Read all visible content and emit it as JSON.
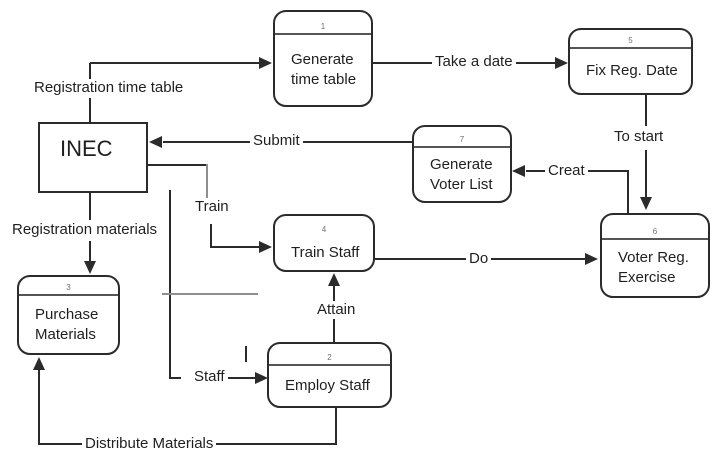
{
  "diagram": {
    "boxes": {
      "generate_time_table": {
        "number": "1",
        "label": "Generate time table"
      },
      "employ_staff": {
        "number": "2",
        "label": "Employ Staff"
      },
      "purchase_materials": {
        "number": "3",
        "label": "Purchase Materials"
      },
      "train_staff": {
        "number": "4",
        "label": "Train Staff"
      },
      "fix_reg_date": {
        "number": "5",
        "label": "Fix Reg. Date"
      },
      "voter_reg_exercise": {
        "number": "6",
        "label": "Voter Reg. Exercise"
      },
      "generate_voter_list": {
        "number": "7",
        "label": "Generate Voter List"
      },
      "inec": {
        "label": "INEC"
      }
    },
    "edge_labels": {
      "registration_time_table": "Registration time table",
      "take_a_date": "Take  a date",
      "submit": "Submit",
      "to_start": "To start",
      "creat": "Creat",
      "train": "Train",
      "registration_materials": "Registration materials",
      "do": "Do",
      "attain": "Attain",
      "staff": "Staff",
      "distribute_materials": "Distribute Materials"
    },
    "colors": {
      "line": "#2b2b2b",
      "muted_line": "#8f8f8f",
      "text": "#1f1f1f",
      "background": "#ffffff"
    }
  }
}
